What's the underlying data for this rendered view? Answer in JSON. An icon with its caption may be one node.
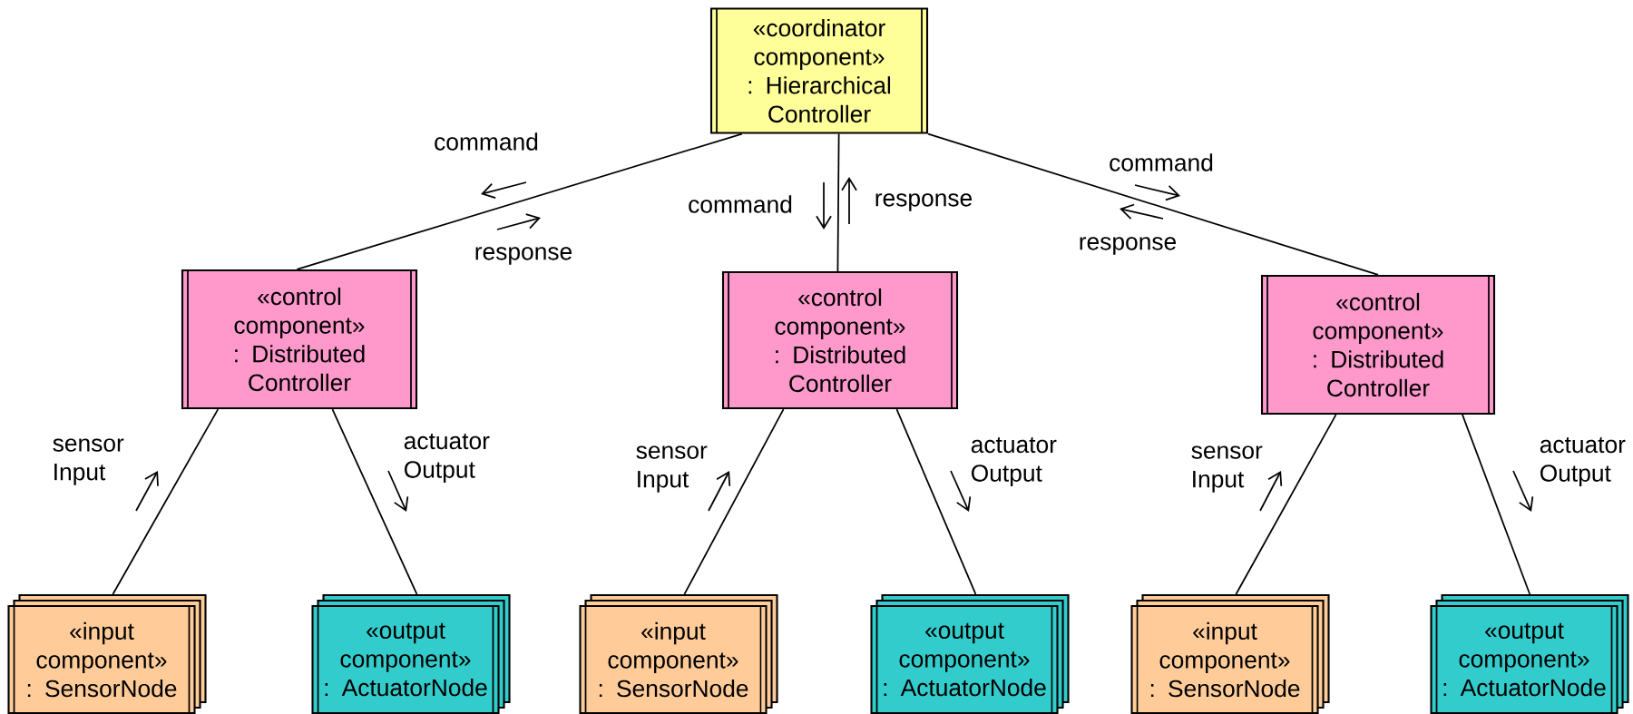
{
  "diagram": {
    "nodes": [
      {
        "text": [
          "«coordinator component»",
          ": Hierarchical Controller"
        ]
      },
      {
        "text": [
          "«control component»",
          ": Distributed Controller"
        ]
      },
      {
        "text": [
          "«control component»",
          ": Distributed Controller"
        ]
      },
      {
        "text": [
          "«control component»",
          ": Distributed Controller"
        ]
      },
      {
        "text": [
          "«input component»",
          ": SensorNode"
        ]
      },
      {
        "text": [
          "«output component»",
          ": ActuatorNode"
        ]
      },
      {
        "text": [
          "«input component»",
          ": SensorNode"
        ]
      },
      {
        "text": [
          "«output component»",
          ": ActuatorNode"
        ]
      },
      {
        "text": [
          "«input component»",
          ": SensorNode"
        ]
      },
      {
        "text": [
          "«output component»",
          ": ActuatorNode"
        ]
      }
    ],
    "edges": [
      {
        "from": 0,
        "to": 1,
        "arrow": "none"
      },
      {
        "from": 0,
        "to": 2,
        "arrow": "none"
      },
      {
        "from": 0,
        "to": 3,
        "arrow": "none"
      },
      {
        "from": 1,
        "to": 4,
        "arrow": "none"
      },
      {
        "from": 1,
        "to": 5,
        "arrow": "none"
      },
      {
        "from": 2,
        "to": 6,
        "arrow": "none"
      },
      {
        "from": 2,
        "to": 7,
        "arrow": "none"
      },
      {
        "from": 3,
        "to": 8,
        "arrow": "none"
      },
      {
        "from": 3,
        "to": 9,
        "arrow": "none"
      }
    ],
    "labels": [
      "command",
      "command",
      "command",
      "response",
      "response",
      "response",
      "sensor Input",
      "actuator Output",
      "sensor Input",
      "actuator Output",
      "sensor Input",
      "actuator Output"
    ]
  }
}
